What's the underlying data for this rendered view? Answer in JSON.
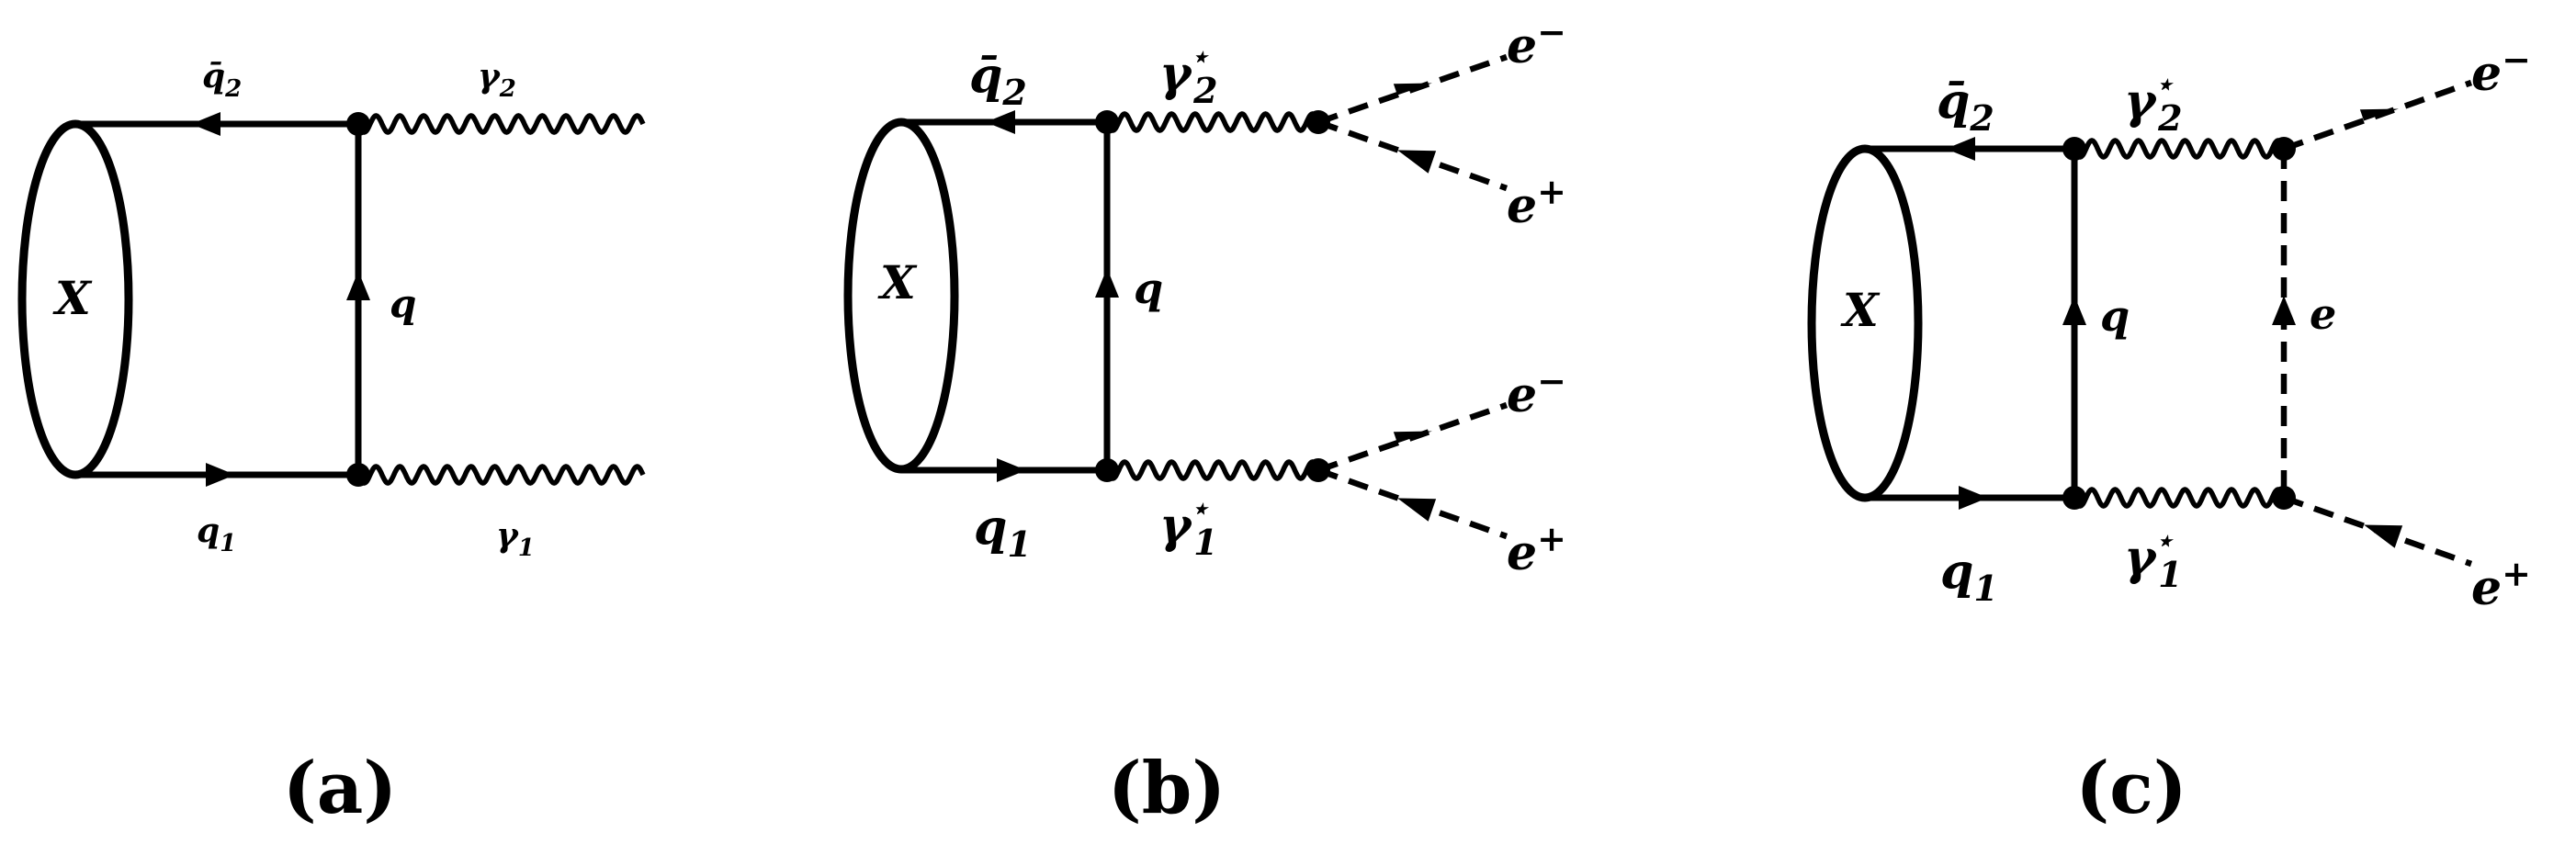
{
  "panels": [
    {
      "caption": "(a)",
      "blob": "X",
      "quark_top": "q̄",
      "quark_top_sub": "2",
      "quark_bottom": "q",
      "quark_bottom_sub": "1",
      "quark_mid": "q",
      "photon_top": "γ",
      "photon_top_sub": "2",
      "photon_bottom": "γ",
      "photon_bottom_sub": "1"
    },
    {
      "caption": "(b)",
      "blob": "X",
      "quark_top": "q̄",
      "quark_top_sub": "2",
      "quark_bottom": "q",
      "quark_bottom_sub": "1",
      "quark_mid": "q",
      "photon_top": "γ",
      "photon_top_sub": "2",
      "photon_top_sup": "⋆",
      "photon_bottom": "γ",
      "photon_bottom_sub": "1",
      "photon_bottom_sup": "⋆",
      "lepton_top_out": "e",
      "lepton_top_out_sup": "−",
      "lepton_top_in": "e",
      "lepton_top_in_sup": "+",
      "lepton_bottom_out": "e",
      "lepton_bottom_out_sup": "−",
      "lepton_bottom_in": "e",
      "lepton_bottom_in_sup": "+"
    },
    {
      "caption": "(c)",
      "blob": "X",
      "quark_top": "q̄",
      "quark_top_sub": "2",
      "quark_bottom": "q",
      "quark_bottom_sub": "1",
      "quark_mid": "q",
      "photon_top": "γ",
      "photon_top_sub": "2",
      "photon_top_sup": "⋆",
      "photon_bottom": "γ",
      "photon_bottom_sub": "1",
      "photon_bottom_sup": "⋆",
      "lepton_exchange": "e",
      "lepton_out": "e",
      "lepton_out_sup": "−",
      "lepton_in": "e",
      "lepton_in_sup": "+"
    }
  ]
}
